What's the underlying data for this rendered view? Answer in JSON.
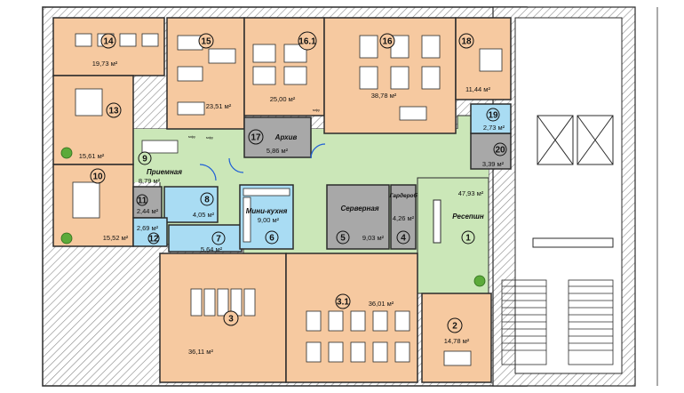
{
  "colors": {
    "office": "#f6c9a0",
    "corridor": "#cbe7b8",
    "service": "#a8a8a8",
    "wet": "#a9dcf3",
    "wall": "#2b2b2b",
    "hatch": "#777777"
  },
  "rooms": [
    {
      "id": "r14",
      "number": "14",
      "area": "19,73 м²",
      "label": ""
    },
    {
      "id": "r15",
      "number": "15",
      "area": "23,51 м²",
      "label": ""
    },
    {
      "id": "r161",
      "number": "16.1",
      "area": "25,00 м²",
      "label": ""
    },
    {
      "id": "r16",
      "number": "16",
      "area": "38,78 м²",
      "label": ""
    },
    {
      "id": "r18",
      "number": "18",
      "area": "11,44 м²",
      "label": ""
    },
    {
      "id": "r13",
      "number": "13",
      "area": "15,61 м²",
      "label": ""
    },
    {
      "id": "r17",
      "number": "17",
      "area": "5,86 м²",
      "label": "Архив"
    },
    {
      "id": "r19",
      "number": "19",
      "area": "2,73 м²",
      "label": ""
    },
    {
      "id": "r20",
      "number": "20",
      "area": "3,39 м²",
      "label": ""
    },
    {
      "id": "r9",
      "number": "9",
      "area": "8,79 м²",
      "label": "Приемная"
    },
    {
      "id": "r10",
      "number": "10",
      "area": "15,52 м²",
      "label": ""
    },
    {
      "id": "r11",
      "number": "11",
      "area": "2,44 м²",
      "label": ""
    },
    {
      "id": "r8",
      "number": "8",
      "area": "4,05 м²",
      "label": ""
    },
    {
      "id": "r6",
      "number": "6",
      "area": "9,00 м²",
      "label": "Мини-кухня"
    },
    {
      "id": "r5",
      "number": "5",
      "area": "9,03 м²",
      "label": "Серверная"
    },
    {
      "id": "r4",
      "number": "4",
      "area": "4,26 м²",
      "label": "Гардероб"
    },
    {
      "id": "r1",
      "number": "1",
      "area": "47,93 м²",
      "label": "Ресепшн"
    },
    {
      "id": "r12",
      "number": "12",
      "area": "2,69 м²",
      "label": ""
    },
    {
      "id": "r7",
      "number": "7",
      "area": "5,64 м²",
      "label": ""
    },
    {
      "id": "r3",
      "number": "3",
      "area": "36,11 м²",
      "label": ""
    },
    {
      "id": "r31",
      "number": "3.1",
      "area": "36,01 м²",
      "label": ""
    },
    {
      "id": "r2",
      "number": "2",
      "area": "14,78 м²",
      "label": ""
    }
  ],
  "tags": {
    "mfu": "мфу"
  }
}
